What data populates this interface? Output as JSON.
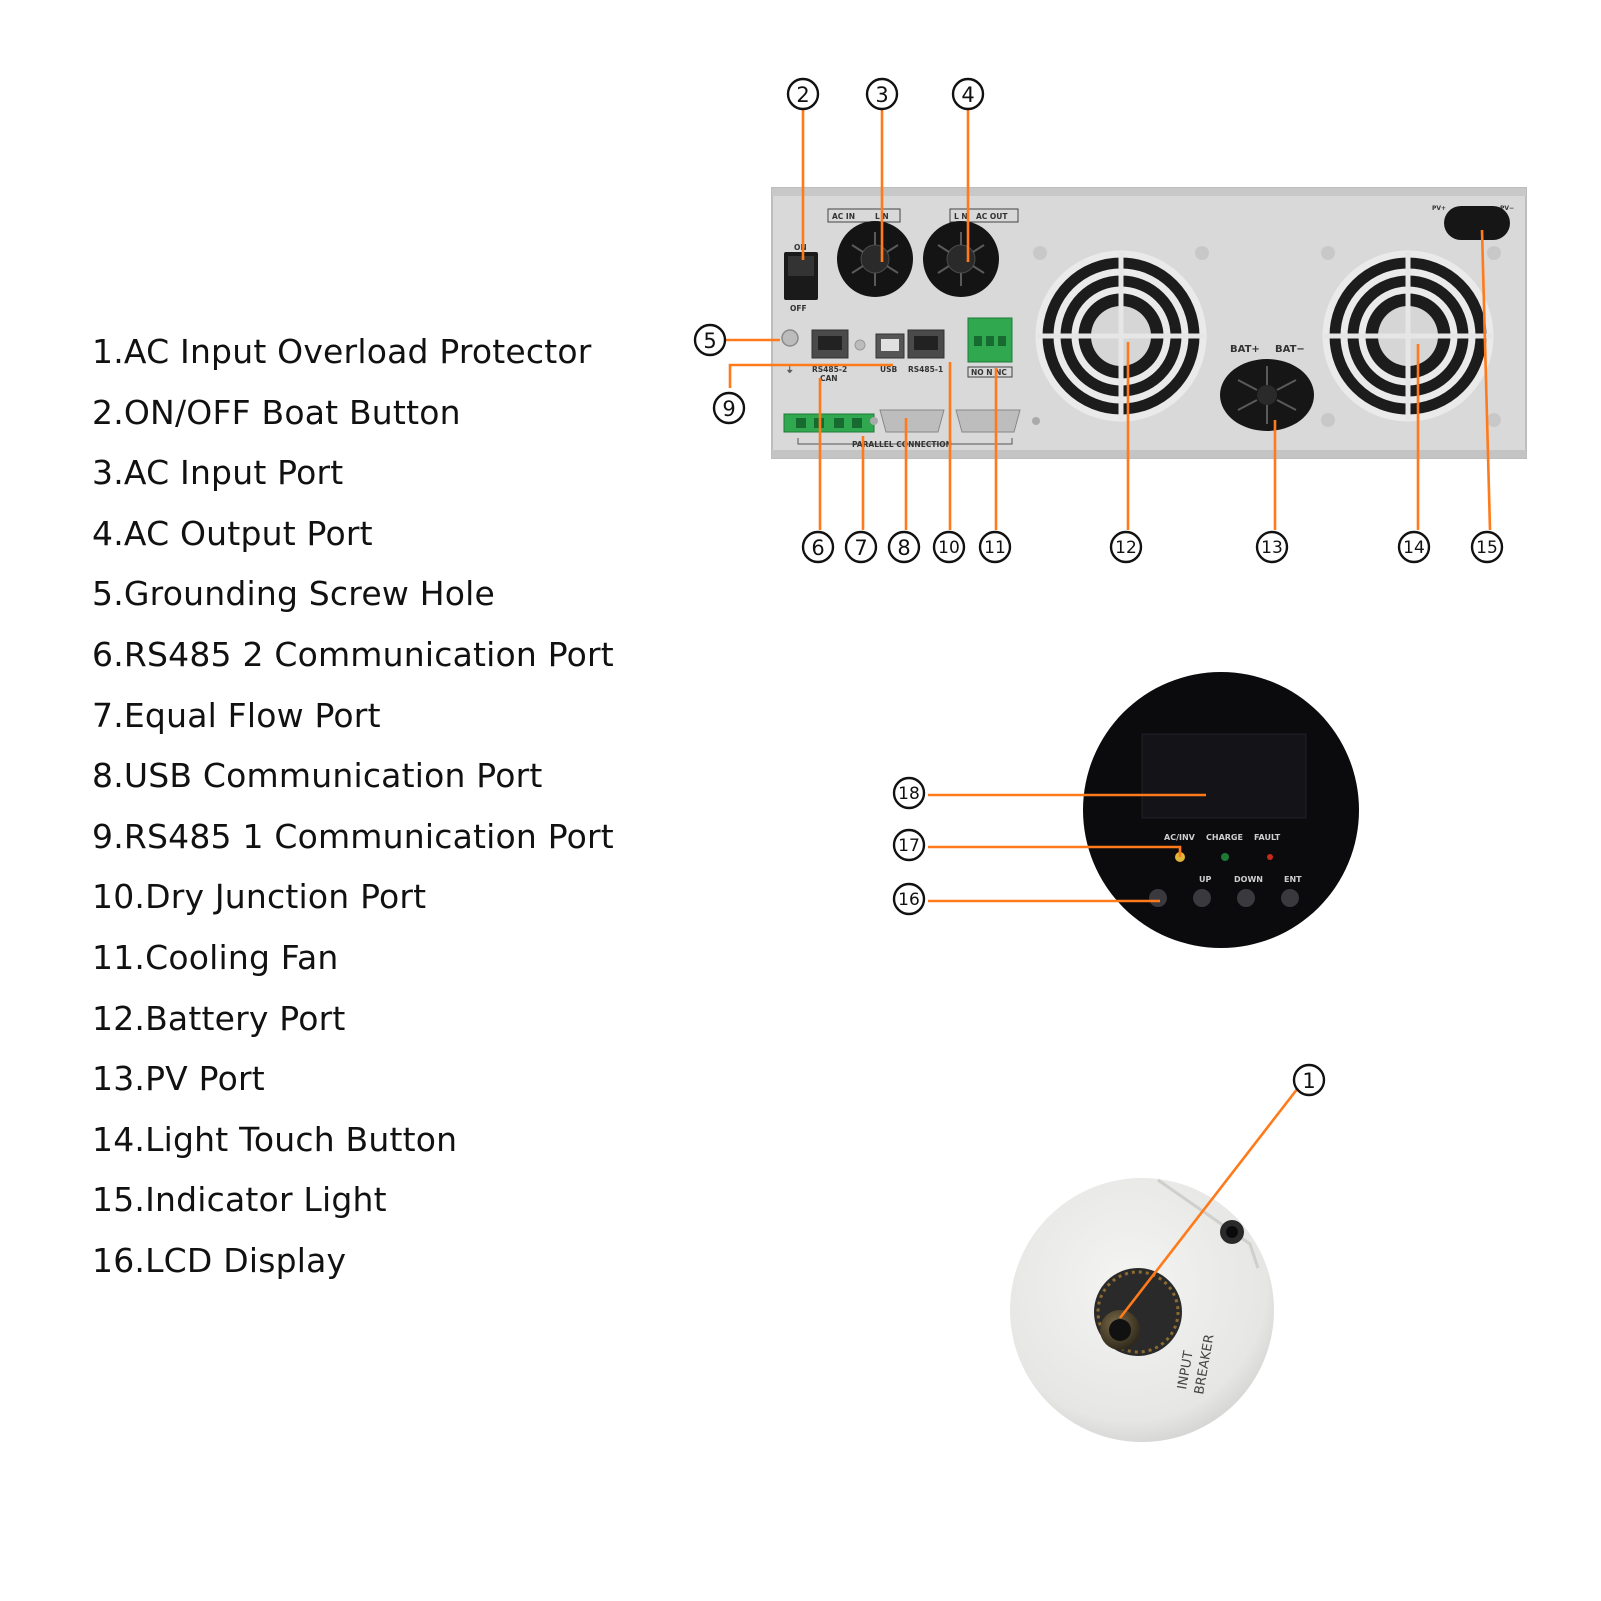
{
  "legend": [
    "1.AC Input Overload Protector",
    "2.ON/OFF Boat Button",
    "3.AC Input Port",
    "4.AC Output Port",
    "5.Grounding Screw Hole",
    "6.RS485 2 Communication Port",
    "7.Equal Flow Port",
    "8.USB Communication Port",
    "9.RS485 1 Communication Port",
    "10.Dry Junction Port",
    "11.Cooling Fan",
    "12.Battery Port",
    "13.PV Port",
    "14.Light Touch Button",
    "15.Indicator Light",
    "16.LCD Display"
  ],
  "device": {
    "ac_in": "AC IN",
    "ln_in": "L N",
    "ln_out": "L N",
    "ac_out": "AC OUT",
    "switch_on": "ON",
    "switch_off": "OFF",
    "rs485_2": "RS485-2",
    "can": "CAN",
    "usb": "USB",
    "rs485_1": "RS485-1",
    "dry_contacts": "NO  N  NC",
    "parallel": "PARALLEL CONNECTION",
    "bat_plus": "BAT+",
    "bat_minus": "BAT−",
    "pv_plus": "PV+",
    "pv_minus": "PV−"
  },
  "panel": {
    "led_1": "AC/INV",
    "led_2": "CHARGE",
    "led_3": "FAULT",
    "btn_up": "UP",
    "btn_down": "DOWN",
    "btn_ent": "ENT"
  },
  "breaker": {
    "line1": "INPUT",
    "line2": "BREAKER"
  },
  "callouts": [
    "1",
    "2",
    "3",
    "4",
    "5",
    "6",
    "7",
    "8",
    "9",
    "10",
    "11",
    "12",
    "13",
    "14",
    "15",
    "16",
    "17",
    "18"
  ],
  "colors": {
    "leader": "#ff7a1a",
    "chassis": "#dcdcdc",
    "panel_face": "#0b0b0d",
    "terminal": "#2fa84f"
  }
}
